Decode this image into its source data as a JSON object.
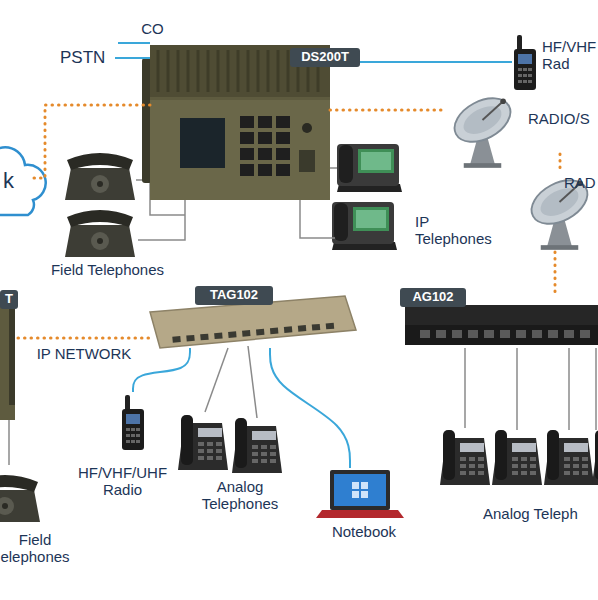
{
  "diagram": {
    "nodes": [
      {
        "text": [
          "PSTN"
        ]
      },
      {
        "text": [
          "DS200T"
        ]
      },
      {
        "text": [
          "HF/VHF Rad"
        ]
      },
      {
        "text": [
          "RADIO/S"
        ]
      },
      {
        "text": [
          "k"
        ]
      },
      {
        "text": [
          "Field Telephones"
        ]
      },
      {
        "text": [
          "IP Telephones"
        ]
      },
      {
        "text": [
          "RAD"
        ]
      },
      {
        "text": [
          "T"
        ]
      },
      {
        "text": [
          "TAG102"
        ]
      },
      {
        "text": [
          "AG102"
        ]
      },
      {
        "text": [
          "HF/VHF/UHF Radio"
        ]
      },
      {
        "text": [
          "Analog Telephones"
        ]
      },
      {
        "text": [
          "Notebook"
        ]
      },
      {
        "text": [
          "Analog Teleph"
        ]
      },
      {
        "text": [
          "Field elephones"
        ]
      }
    ],
    "edges": [
      {
        "from": 0,
        "to": 1,
        "arrow": "none",
        "label": "CO"
      },
      {
        "from": 1,
        "to": 2,
        "arrow": "none"
      },
      {
        "from": 1,
        "to": 3,
        "arrow": "none"
      },
      {
        "from": 1,
        "to": 4,
        "arrow": "none"
      },
      {
        "from": 1,
        "to": 5,
        "arrow": "none"
      },
      {
        "from": 1,
        "to": 6,
        "arrow": "none"
      },
      {
        "from": 3,
        "to": 7,
        "arrow": "none"
      },
      {
        "from": 7,
        "to": 10,
        "arrow": "none"
      },
      {
        "from": 8,
        "to": 9,
        "arrow": "none",
        "label": "IP NETWORK"
      },
      {
        "from": 9,
        "to": 11,
        "arrow": "none"
      },
      {
        "from": 9,
        "to": 12,
        "arrow": "none"
      },
      {
        "from": 9,
        "to": 13,
        "arrow": "none"
      },
      {
        "from": 10,
        "to": 14,
        "arrow": "none"
      },
      {
        "from": 8,
        "to": 15,
        "arrow": "none"
      }
    ]
  }
}
